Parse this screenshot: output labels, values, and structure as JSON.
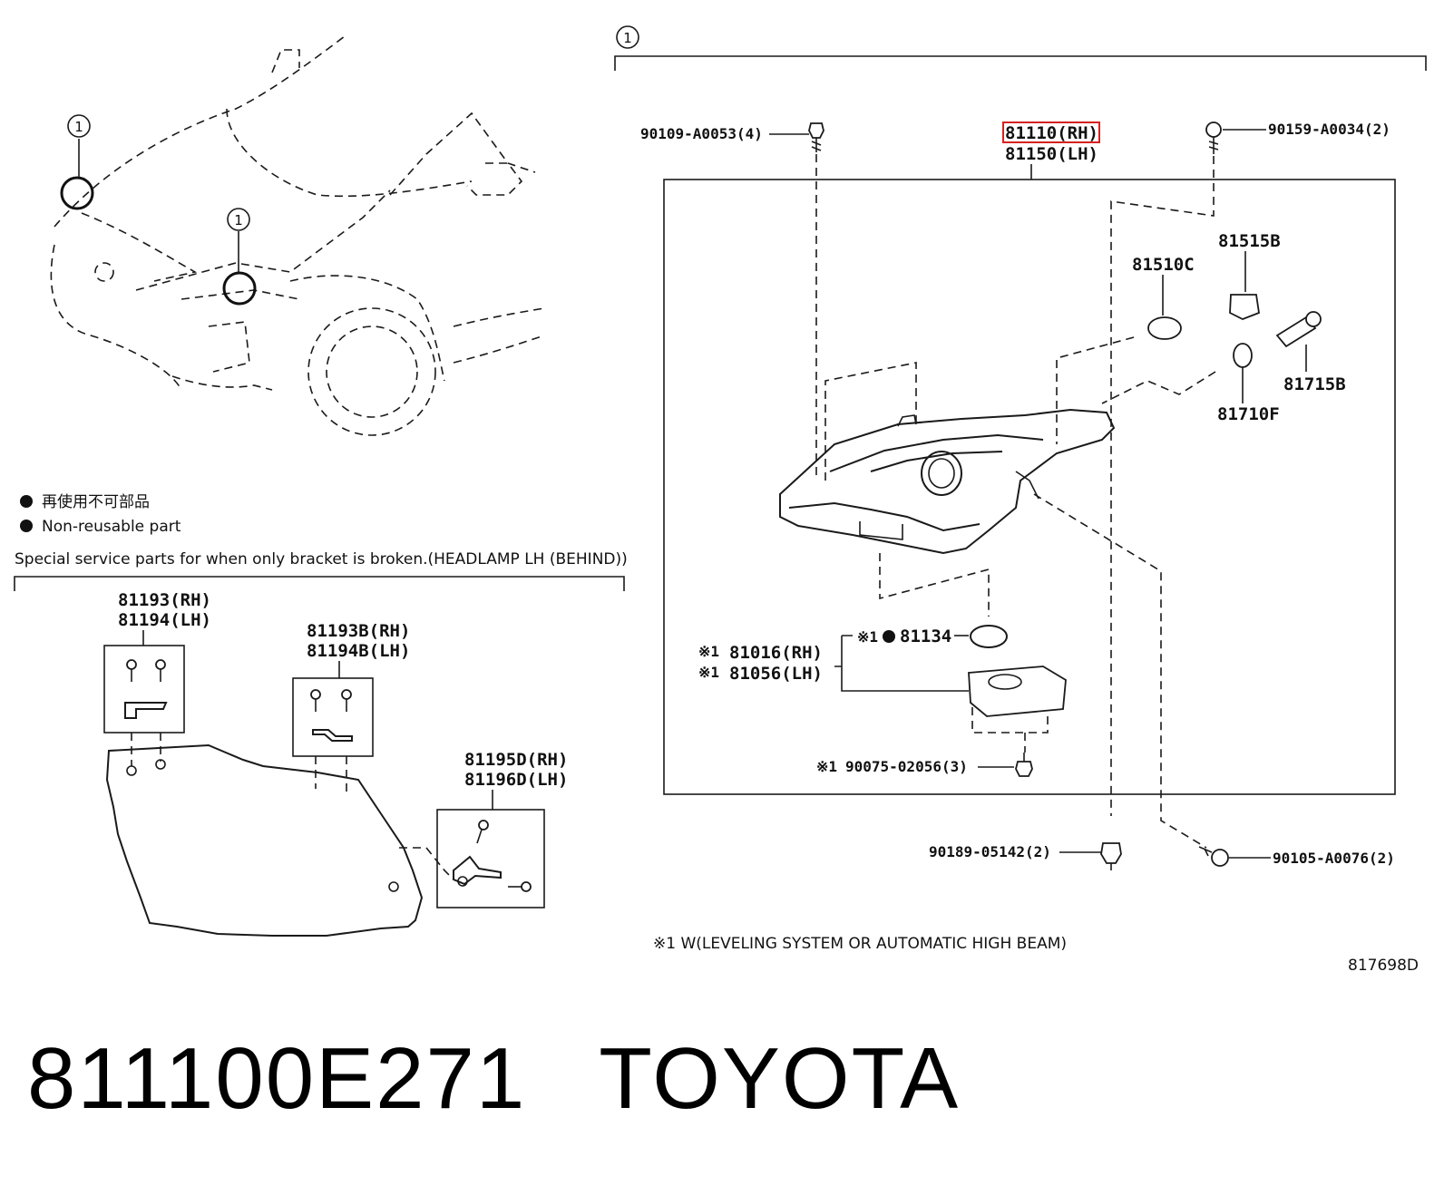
{
  "callout_number": "1",
  "group_marker": "1",
  "labels": {
    "bolt_top_left": "90109-A0053(4)",
    "part_rh": "81110(RH)",
    "part_lh": "81150(LH)",
    "screw_top_right": "90159-A0034(2)",
    "socket_b": "81515B",
    "bulb_c": "81510C",
    "bulb_b": "81715B",
    "bulb_f": "81710F",
    "marker_note_1": "※1",
    "gasket": "81134",
    "ecu_rh": "81016(RH)",
    "ecu_lh": "81056(LH)",
    "ecu_screw": "90075-02056(3)",
    "bolt_bottom": "90189-05142(2)",
    "screw_bottom_right": "90105-A0076(2)",
    "bracket_a_rh": "81193(RH)",
    "bracket_a_lh": "81194(LH)",
    "bracket_b_rh": "81193B(RH)",
    "bracket_b_lh": "81194B(LH)",
    "bracket_d_rh": "81195D(RH)",
    "bracket_d_lh": "81196D(LH)"
  },
  "legend": {
    "jp": "再使用不可部品",
    "en": "Non-reusable part"
  },
  "special_note": "Special service parts for when only bracket is broken.(HEADLAMP LH (BEHIND))",
  "footnote": "※1 W(LEVELING SYSTEM OR AUTOMATIC HIGH BEAM)",
  "diagram_id": "817698D",
  "caption": {
    "part_number": "811100E271",
    "brand": "TOYOTA"
  },
  "colors": {
    "highlight": "#d62020",
    "ink": "#1a1a1a"
  }
}
